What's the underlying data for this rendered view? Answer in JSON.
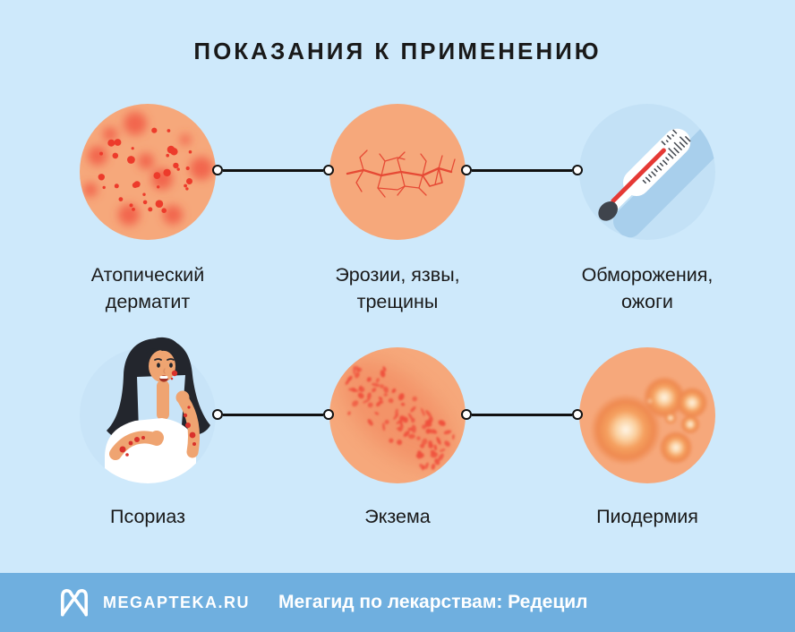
{
  "title": "ПОКАЗАНИЯ К ПРИМЕНЕНИЮ",
  "items": [
    {
      "id": "atopic-dermatitis",
      "icon": "dermatitis-skin-spots-icon",
      "lines": [
        "Атопический",
        "дерматит"
      ]
    },
    {
      "id": "erosions-ulcers-cracks",
      "icon": "cracked-skin-icon",
      "lines": [
        "Эрозии, язвы,",
        "трещины"
      ]
    },
    {
      "id": "frostbite-burns",
      "icon": "thermometer-icon",
      "lines": [
        "Обморожения,",
        "ожоги"
      ]
    },
    {
      "id": "psoriasis",
      "icon": "woman-scratching-arm-icon",
      "lines": [
        "Псориаз"
      ]
    },
    {
      "id": "eczema",
      "icon": "eczema-rash-skin-icon",
      "lines": [
        "Экзема"
      ]
    },
    {
      "id": "pyoderma",
      "icon": "pyoderma-pustules-skin-icon",
      "lines": [
        "Пиодермия"
      ]
    }
  ],
  "footer": {
    "brand": "MEGAPTEKA.RU",
    "tagline": "Мегагид по лекарствам: Редецил"
  },
  "colors": {
    "page_background": "#CEE9FB",
    "skin": "#F6A87B",
    "spot_red": "#F0503C",
    "solid_dot_red": "#ED3B2B",
    "crack_red": "#E64A35",
    "thermometer_circle": "#C3E1F6",
    "thermometer_shadow": "#A8CFEC",
    "mercury_red": "#E53935",
    "thermometer_tip": "#3F444C",
    "woman_circle": "#C8E4F8",
    "hair": "#23262D",
    "woman_skin": "#EFA471",
    "rash_dot_red": "#D9312B",
    "footer_background": "#6FAFDF",
    "text": "#191919",
    "footer_text": "#FFFFFF",
    "connector": "#111111"
  }
}
